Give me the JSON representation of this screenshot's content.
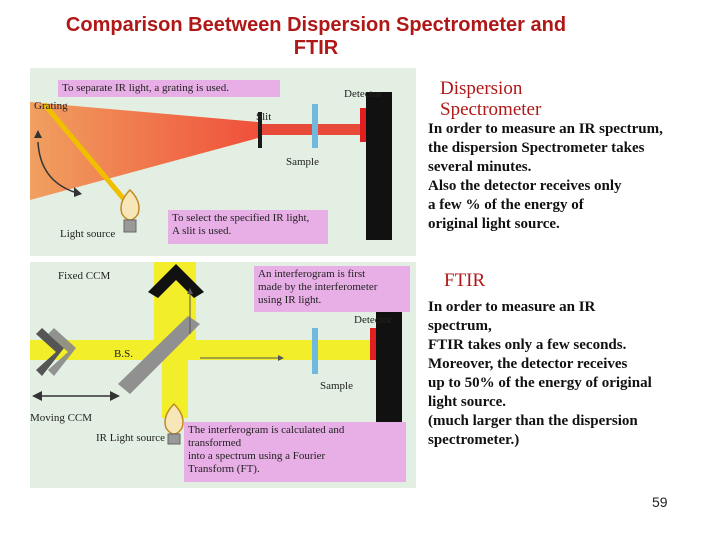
{
  "title_line1": "Comparison Beetween Dispersion Spectrometer and",
  "title_line2": "FTIR",
  "dispersion_diagram": {
    "note_grating": "To separate IR light, a grating is used.",
    "grating": "Grating",
    "detector": "Detector",
    "slit": "Slit",
    "sample": "Sample",
    "light_source": "Light source",
    "note_slit_1": "To select the specified IR light,",
    "note_slit_2": "A slit is used."
  },
  "ftir_diagram": {
    "fixed_ccm": "Fixed CCM",
    "note_interferogram_1": "An interferogram is first",
    "note_interferogram_2": "made by the interferometer",
    "note_interferogram_3": "using IR light.",
    "detector": "Detector",
    "beam_splitter": "B.S.",
    "sample": "Sample",
    "moving_ccm": "Moving CCM",
    "ir_light_source": "IR Light source",
    "note_transform_1": "The interferogram is calculated and",
    "note_transform_2": "transformed",
    "note_transform_3": "into a spectrum using a Fourier",
    "note_transform_4": "Transform (FT)."
  },
  "dispersion_text": {
    "heading_1": "Dispersion",
    "heading_2": "Spectrometer",
    "lines": [
      "In order to measure an IR spectrum,",
      "the dispersion Spectrometer takes",
      "several minutes.",
      "Also the detector receives only",
      "a few % of the energy of",
      "original light source."
    ]
  },
  "ftir_text": {
    "heading": "FTIR",
    "lines": [
      "In order to measure an IR",
      "spectrum,",
      "FTIR takes only a few seconds.",
      "Moreover, the detector receives",
      "up to 50% of the energy of original",
      "light source.",
      "(much larger than the dispersion",
      "spectrometer.)"
    ]
  },
  "page_number": "59",
  "colors": {
    "title": "#b01818",
    "panel_bg": "#e2efe2",
    "note_box": "#e8aee6",
    "beam": "#f2ee2a"
  }
}
